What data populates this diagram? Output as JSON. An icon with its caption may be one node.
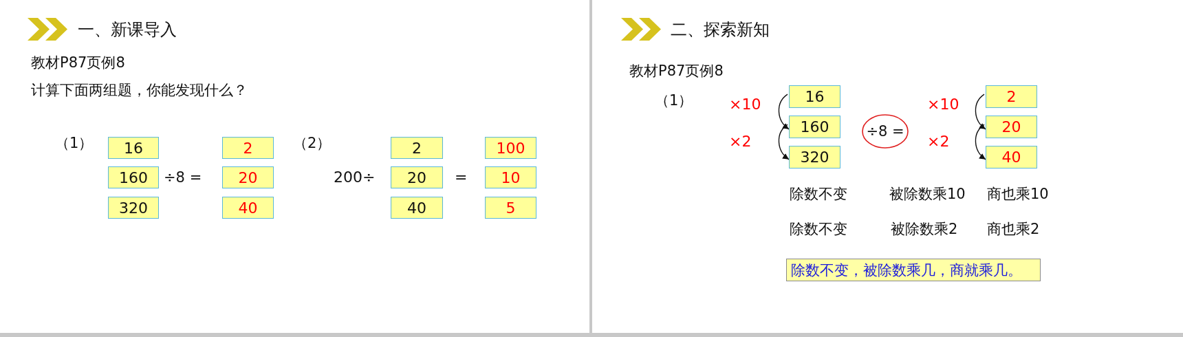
{
  "diagram": {
    "nodes": [
      {
        "text": [
          "16"
        ]
      },
      {
        "text": [
          "160"
        ]
      },
      {
        "text": [
          "320"
        ]
      },
      {
        "text": [
          "2"
        ]
      },
      {
        "text": [
          "20"
        ]
      },
      {
        "text": [
          "40"
        ]
      },
      {
        "text": [
          "2"
        ]
      },
      {
        "text": [
          "20"
        ]
      },
      {
        "text": [
          "40"
        ]
      },
      {
        "text": [
          "100"
        ]
      },
      {
        "text": [
          "10"
        ]
      },
      {
        "text": [
          "5"
        ]
      },
      {
        "text": [
          "16"
        ]
      },
      {
        "text": [
          "160"
        ]
      },
      {
        "text": [
          "320"
        ]
      },
      {
        "text": [
          "÷8 ="
        ]
      },
      {
        "text": [
          "2"
        ]
      },
      {
        "text": [
          "20"
        ]
      },
      {
        "text": [
          "40"
        ]
      },
      {
        "text": [
          "除数不变，被除数乘几，商就乘几。"
        ]
      }
    ],
    "edges": [
      {
        "from": 12,
        "to": 13,
        "arrow": "to",
        "label": "×10"
      },
      {
        "from": 13,
        "to": 14,
        "arrow": "to",
        "label": "×2"
      },
      {
        "from": 16,
        "to": 17,
        "arrow": "to",
        "label": "×10"
      },
      {
        "from": 17,
        "to": 18,
        "arrow": "to",
        "label": "×2"
      }
    ],
    "labels": [
      "一、新课导入",
      "教材P87页例8",
      "计算下面两组题，你能发现什么？",
      "（1）",
      "÷8 =",
      "（2）",
      "200÷",
      "=",
      "二、探索新知",
      "教材P87页例8",
      "（1）",
      "除数不变",
      "被除数乘10",
      "商也乘10",
      "除数不变",
      "被除数乘2",
      "商也乘2"
    ]
  }
}
